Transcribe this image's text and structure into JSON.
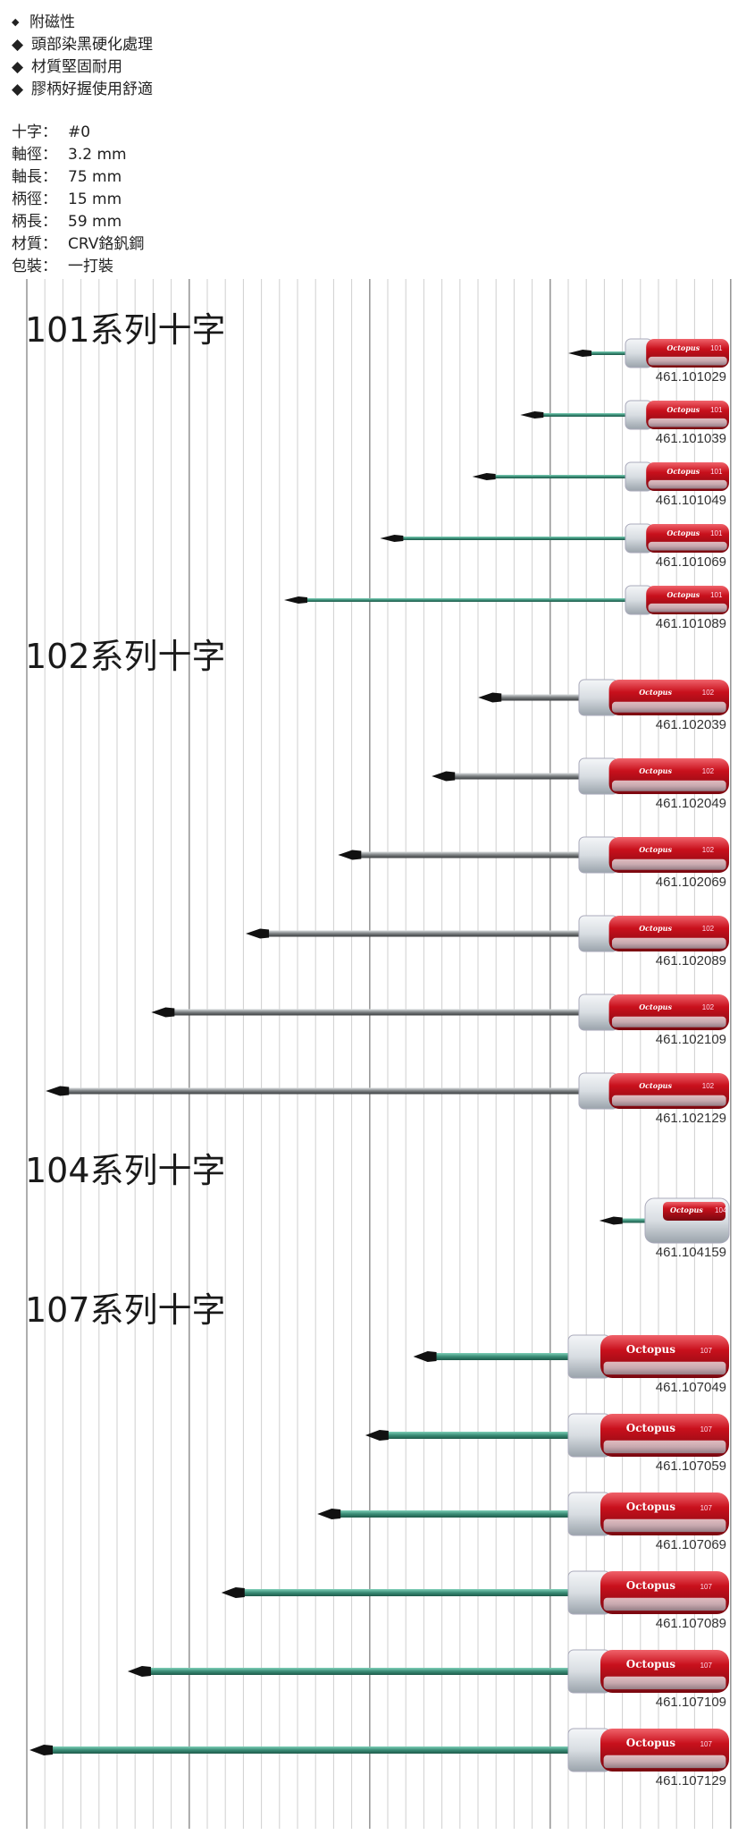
{
  "features": [
    {
      "bullet": "◆",
      "small": true,
      "text": "附磁性"
    },
    {
      "bullet": "◆",
      "small": false,
      "text": "頭部染黑硬化處理"
    },
    {
      "bullet": "◆",
      "small": false,
      "text": "材質堅固耐用"
    },
    {
      "bullet": "◆",
      "small": false,
      "text": "膠柄好握使用舒適"
    }
  ],
  "specs": [
    {
      "label": "十字：",
      "value": "#0"
    },
    {
      "label": "軸徑：",
      "value": "3.2 mm"
    },
    {
      "label": "軸長：",
      "value": "75 mm"
    },
    {
      "label": "柄徑：",
      "value": "15 mm"
    },
    {
      "label": "柄長：",
      "value": "59 mm"
    },
    {
      "label": "材質：",
      "value": "CRV鉻釩鋼"
    },
    {
      "label": "包裝：",
      "value": "一打裝"
    }
  ],
  "brand": "Octopus",
  "colors": {
    "handle_red": "#c8101c",
    "handle_clear": "#d8dde2",
    "shaft_green": "#3a8c76",
    "shaft_steel": "#7a7e80",
    "tip": "#111111",
    "grid": "#cfcfcf",
    "grid_major": "#999999"
  },
  "series": [
    {
      "title": "101系列十字",
      "model": "101",
      "style": "101",
      "items": [
        {
          "code": "461.101029",
          "tip_x": 0.77
        },
        {
          "code": "461.101039",
          "tip_x": 0.705
        },
        {
          "code": "461.101049",
          "tip_x": 0.64
        },
        {
          "code": "461.101069",
          "tip_x": 0.515
        },
        {
          "code": "461.101089",
          "tip_x": 0.385
        }
      ]
    },
    {
      "title": "102系列十字",
      "model": "102",
      "style": "102",
      "items": [
        {
          "code": "461.102039",
          "tip_x": 0.648
        },
        {
          "code": "461.102049",
          "tip_x": 0.585
        },
        {
          "code": "461.102069",
          "tip_x": 0.458
        },
        {
          "code": "461.102089",
          "tip_x": 0.333
        },
        {
          "code": "461.102109",
          "tip_x": 0.205
        },
        {
          "code": "461.102129",
          "tip_x": 0.062
        }
      ]
    },
    {
      "title": "104系列十字",
      "model": "104",
      "style": "104",
      "items": [
        {
          "code": "461.104159",
          "tip_x": 0.812
        }
      ]
    },
    {
      "title": "107系列十字",
      "model": "107",
      "style": "107",
      "items": [
        {
          "code": "461.107049",
          "tip_x": 0.56
        },
        {
          "code": "461.107059",
          "tip_x": 0.495
        },
        {
          "code": "461.107069",
          "tip_x": 0.43
        },
        {
          "code": "461.107089",
          "tip_x": 0.3
        },
        {
          "code": "461.107109",
          "tip_x": 0.173
        },
        {
          "code": "461.107129",
          "tip_x": 0.04
        }
      ]
    }
  ]
}
